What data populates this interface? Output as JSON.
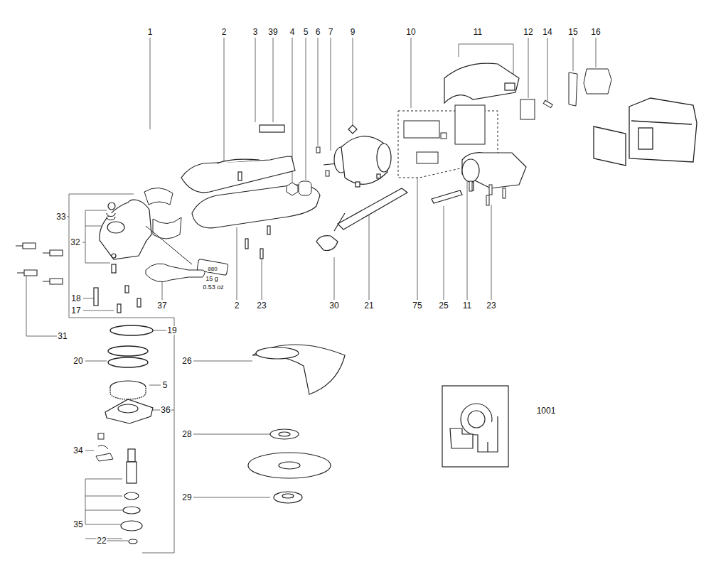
{
  "diagram": {
    "labels": [
      "1",
      "2",
      "3",
      "39",
      "4",
      "5",
      "6",
      "7",
      "9",
      "10",
      "11",
      "12",
      "14",
      "15",
      "16",
      "33",
      "32",
      "880",
      "15 g",
      "0.53 oz",
      "18",
      "17",
      "37",
      "2",
      "23",
      "30",
      "21",
      "75",
      "25",
      "11",
      "23",
      "31",
      "19",
      "26",
      "20",
      "5",
      "36",
      "1001",
      "28",
      "34",
      "29",
      "35",
      "22"
    ]
  }
}
